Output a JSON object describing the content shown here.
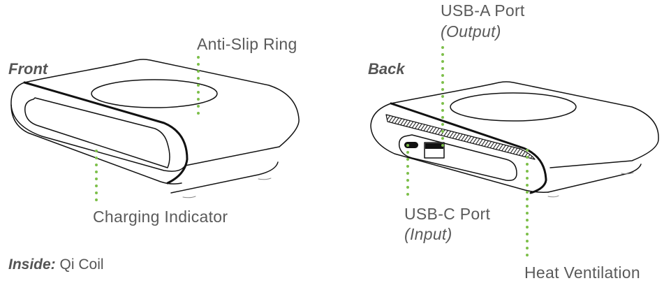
{
  "views": {
    "front": {
      "title": "Front",
      "callouts": {
        "anti_slip_ring": "Anti-Slip Ring",
        "charging_indicator": "Charging Indicator"
      },
      "inside_label": "Inside:",
      "inside_value": "Qi Coil"
    },
    "back": {
      "title": "Back",
      "callouts": {
        "usb_a_port": "USB-A Port",
        "usb_a_note": "(Output)",
        "usb_c_port": "USB-C Port",
        "usb_c_note": "(Input)",
        "heat_ventilation": "Heat Ventilation"
      }
    }
  },
  "colors": {
    "leader_dots": "#7dbf4a",
    "outline": "#111111",
    "text": "#5a5a5a"
  }
}
